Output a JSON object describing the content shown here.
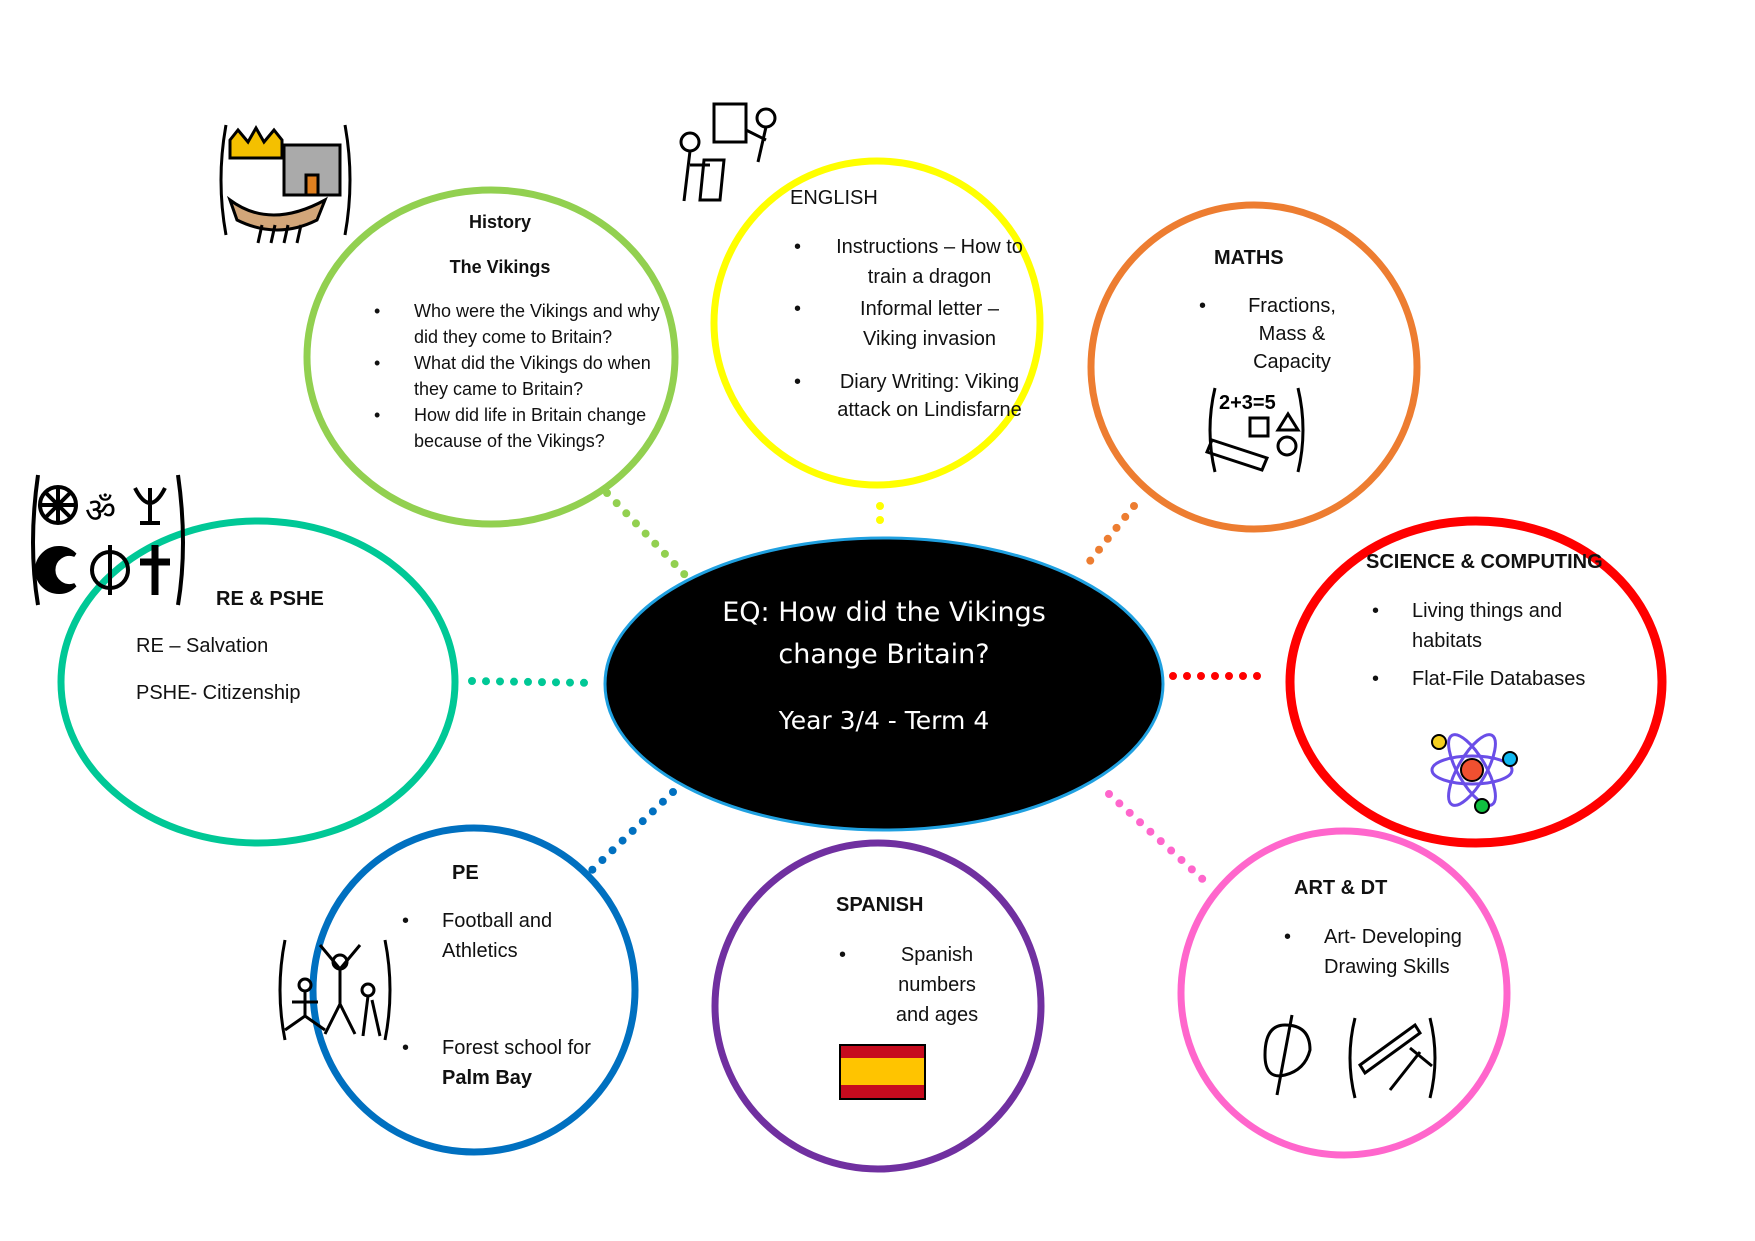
{
  "center": {
    "line1": "EQ: How did the Vikings",
    "line2": "change Britain?",
    "sub": "Year 3/4 - Term 4"
  },
  "history": {
    "title": "History",
    "subtitle": "The Vikings",
    "items": [
      "Who were the Vikings and why did they come to Britain?",
      "What did the Vikings do when they came to Britain?",
      "How did life in Britain change because of the Vikings?"
    ]
  },
  "english": {
    "title": "ENGLISH",
    "items": [
      "Instructions – How to train a dragon",
      "Informal letter – Viking invasion",
      "Diary Writing: Viking attack on Lindisfarne"
    ]
  },
  "maths": {
    "title": "MATHS",
    "items": [
      "Fractions, Mass & Capacity"
    ],
    "icon_text": "2+3=5"
  },
  "re": {
    "title": "RE & PSHE",
    "line1": "RE – Salvation",
    "line2": "PSHE- Citizenship"
  },
  "science": {
    "title": "SCIENCE & COMPUTING",
    "items": [
      "Living things and habitats",
      "Flat-File Databases"
    ]
  },
  "pe": {
    "title": "PE",
    "item1": "Football and Athletics",
    "item2a": "Forest school for",
    "item2b": "Palm Bay"
  },
  "spanish": {
    "title": "SPANISH",
    "items": [
      "Spanish numbers and ages"
    ]
  },
  "art": {
    "title": "ART & DT",
    "items": [
      "Art- Developing Drawing Skills"
    ]
  },
  "colors": {
    "history": "#92d050",
    "english": "#ffff00",
    "maths": "#ed7d31",
    "re": "#00c896",
    "science": "#ff0000",
    "pe": "#0070c0",
    "spanish": "#7030a0",
    "art": "#ff66cc",
    "center": "#000000"
  }
}
